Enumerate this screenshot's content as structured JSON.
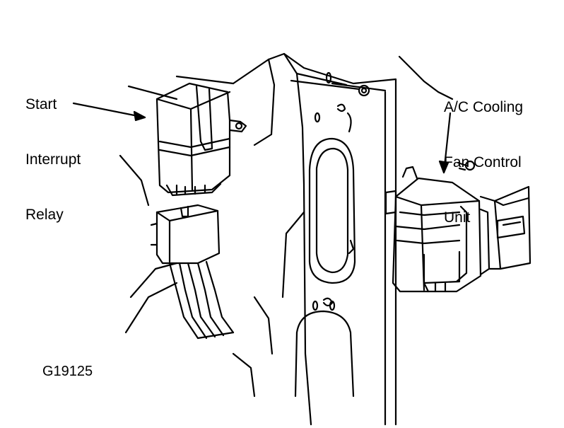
{
  "labels": {
    "relay": [
      "Start",
      "Interrupt",
      "Relay"
    ],
    "fan_unit": [
      "A/C Cooling",
      "Fan Control",
      "Unit"
    ]
  },
  "figure_code": "G19125",
  "colors": {
    "ink": "#000000",
    "paper": "#ffffff"
  }
}
